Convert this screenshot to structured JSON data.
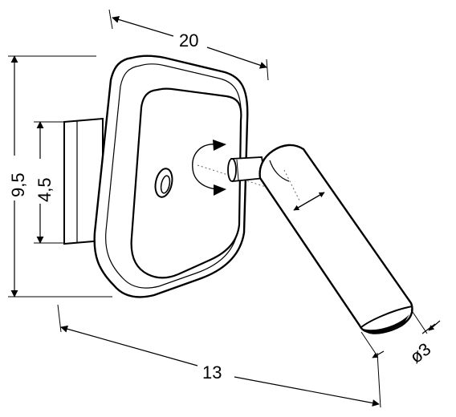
{
  "dimensions": {
    "width_top": "20",
    "height_total": "9,5",
    "height_mount": "4,5",
    "depth_bottom": "13",
    "tube_diameter": "ø3"
  },
  "colors": {
    "line": "#000000",
    "background": "#ffffff",
    "hidden_line": "#666666"
  },
  "icons": {
    "rotation_indicator": "rotate-arrows-icon",
    "tilt_indicator": "double-arrow-icon",
    "switch": "toggle-switch-icon"
  }
}
